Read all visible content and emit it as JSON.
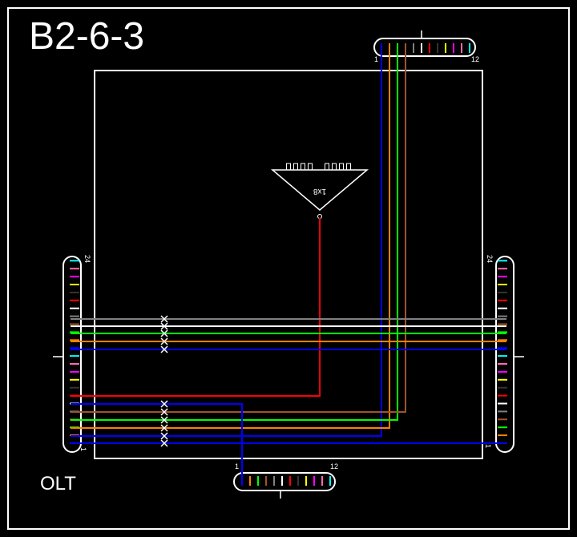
{
  "title": "B2-6-3",
  "node_label": "OLT",
  "splitter": {
    "label": "1x8"
  },
  "connectors": {
    "top": {
      "start_label": "1",
      "end_label": "12"
    },
    "bottom": {
      "start_label": "1",
      "end_label": "12"
    },
    "left": {
      "start_label": "1",
      "end_label": "24"
    },
    "right": {
      "start_label": "1",
      "end_label": "24"
    }
  },
  "colors": {
    "fiber_sequence": [
      "#0000ff",
      "#ff8000",
      "#00ff00",
      "#a0522d",
      "#808080",
      "#ffffff",
      "#ff0000",
      "#000000",
      "#ffff00",
      "#ff00ff",
      "#ff69b4",
      "#00ffff"
    ],
    "background": "#000000",
    "frame": "#ffffff"
  }
}
